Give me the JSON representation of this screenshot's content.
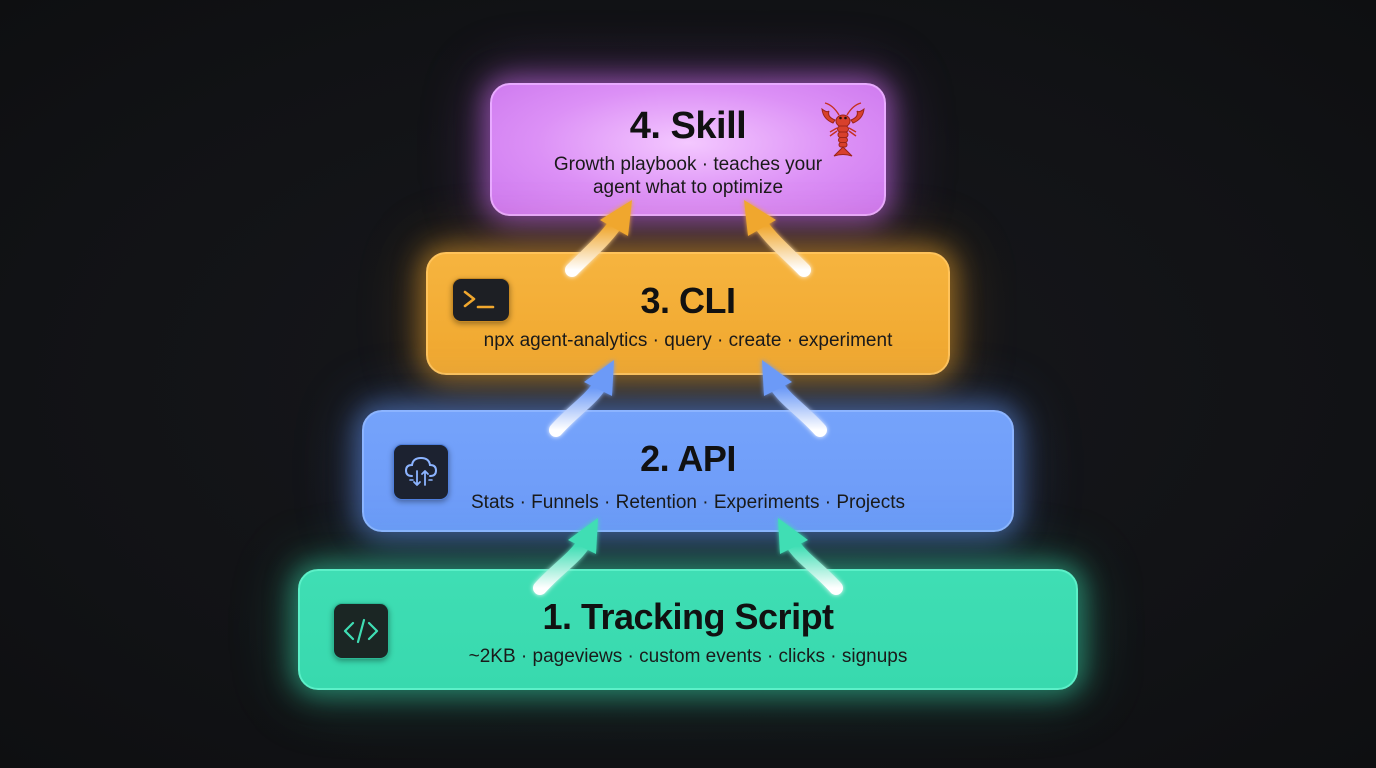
{
  "layers": {
    "skill": {
      "title": "4. Skill",
      "description": "Growth playbook · teaches your agent what to optimize",
      "icon": "lobster-icon",
      "color": "#dc90f6"
    },
    "cli": {
      "title": "3. CLI",
      "description": "npx agent-analytics · query · create · experiment",
      "icon": "terminal-icon",
      "icon_text": ">_",
      "color": "#f0a72e"
    },
    "api": {
      "title": "2. API",
      "description": "Stats · Funnels · Retention · Experiments · Projects",
      "icon": "cloud-sync-icon",
      "color": "#6c9af7"
    },
    "tracking": {
      "title": "1. Tracking Script",
      "description": "~2KB · pageviews · custom events · clicks · signups",
      "icon": "code-icon",
      "color": "#38d9ae"
    }
  },
  "background_color": "#121316"
}
